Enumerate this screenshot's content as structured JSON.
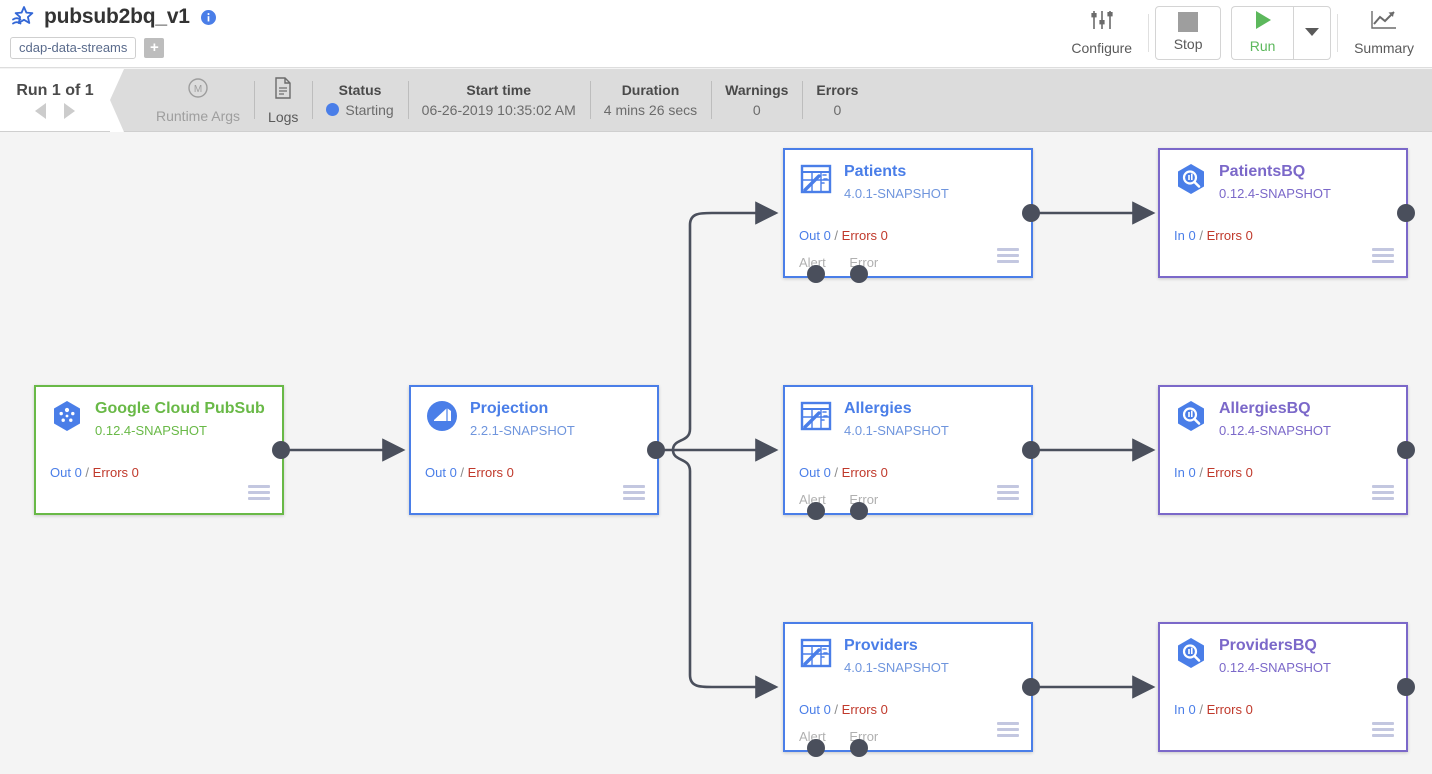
{
  "header": {
    "pipeline_icon": "pipeline-star-icon",
    "title": "pubsub2bq_v1",
    "info_icon": "info-icon",
    "tag": "cdap-data-streams",
    "add_tag_label": "+",
    "tools": {
      "configure": "Configure",
      "stop": "Stop",
      "run": "Run",
      "summary": "Summary"
    }
  },
  "statusbar": {
    "run_label": "Run 1 of 1",
    "prev_icon": "previous-run-arrow-icon",
    "next_icon": "next-run-arrow-icon",
    "runtime_args": {
      "label": "Runtime Args",
      "icon": "macro-icon"
    },
    "logs": {
      "label": "Logs",
      "icon": "document-icon"
    },
    "status": {
      "label": "Status",
      "value": "Starting",
      "color": "#4a7ee8"
    },
    "start_time": {
      "label": "Start time",
      "value": "06-26-2019 10:35:02 AM"
    },
    "duration": {
      "label": "Duration",
      "value": "4 mins 26 secs"
    },
    "warnings": {
      "label": "Warnings",
      "value": "0"
    },
    "errors": {
      "label": "Errors",
      "value": "0"
    }
  },
  "colors": {
    "source": "#69b947",
    "transform": "#4a7ee8",
    "sink": "#7b68c9",
    "error": "#c0392b",
    "edge": "#4a4f5c"
  },
  "nodes": [
    {
      "id": "pubsub",
      "name": "Google Cloud PubSub",
      "version": "0.12.4-SNAPSHOT",
      "icon": "google-cloud-pubsub-icon",
      "kind": "source",
      "metric_in_label": "Out 0",
      "metric_sep": "/",
      "metric_err_label": "Errors 0",
      "ports": null
    },
    {
      "id": "projection",
      "name": "Projection",
      "version": "2.2.1-SNAPSHOT",
      "icon": "projection-icon",
      "kind": "transform",
      "metric_in_label": "Out 0",
      "metric_sep": "/",
      "metric_err_label": "Errors 0",
      "ports": null
    },
    {
      "id": "patients",
      "name": "Patients",
      "version": "4.0.1-SNAPSHOT",
      "icon": "wrangler-icon",
      "kind": "transform",
      "metric_in_label": "Out 0",
      "metric_sep": "/",
      "metric_err_label": "Errors 0",
      "ports": {
        "alert": "Alert",
        "error": "Error"
      }
    },
    {
      "id": "patientsbq",
      "name": "PatientsBQ",
      "version": "0.12.4-SNAPSHOT",
      "icon": "bigquery-icon",
      "kind": "sink",
      "metric_in_label": "In 0",
      "metric_sep": "/",
      "metric_err_label": "Errors 0",
      "ports": null
    },
    {
      "id": "allergies",
      "name": "Allergies",
      "version": "4.0.1-SNAPSHOT",
      "icon": "wrangler-icon",
      "kind": "transform",
      "metric_in_label": "Out 0",
      "metric_sep": "/",
      "metric_err_label": "Errors 0",
      "ports": {
        "alert": "Alert",
        "error": "Error"
      }
    },
    {
      "id": "allergiesbq",
      "name": "AllergiesBQ",
      "version": "0.12.4-SNAPSHOT",
      "icon": "bigquery-icon",
      "kind": "sink",
      "metric_in_label": "In 0",
      "metric_sep": "/",
      "metric_err_label": "Errors 0",
      "ports": null
    },
    {
      "id": "providers",
      "name": "Providers",
      "version": "4.0.1-SNAPSHOT",
      "icon": "wrangler-icon",
      "kind": "transform",
      "metric_in_label": "Out 0",
      "metric_sep": "/",
      "metric_err_label": "Errors 0",
      "ports": {
        "alert": "Alert",
        "error": "Error"
      }
    },
    {
      "id": "providersbq",
      "name": "ProvidersBQ",
      "version": "0.12.4-SNAPSHOT",
      "icon": "bigquery-icon",
      "kind": "sink",
      "metric_in_label": "In 0",
      "metric_sep": "/",
      "metric_err_label": "Errors 0",
      "ports": null
    }
  ]
}
